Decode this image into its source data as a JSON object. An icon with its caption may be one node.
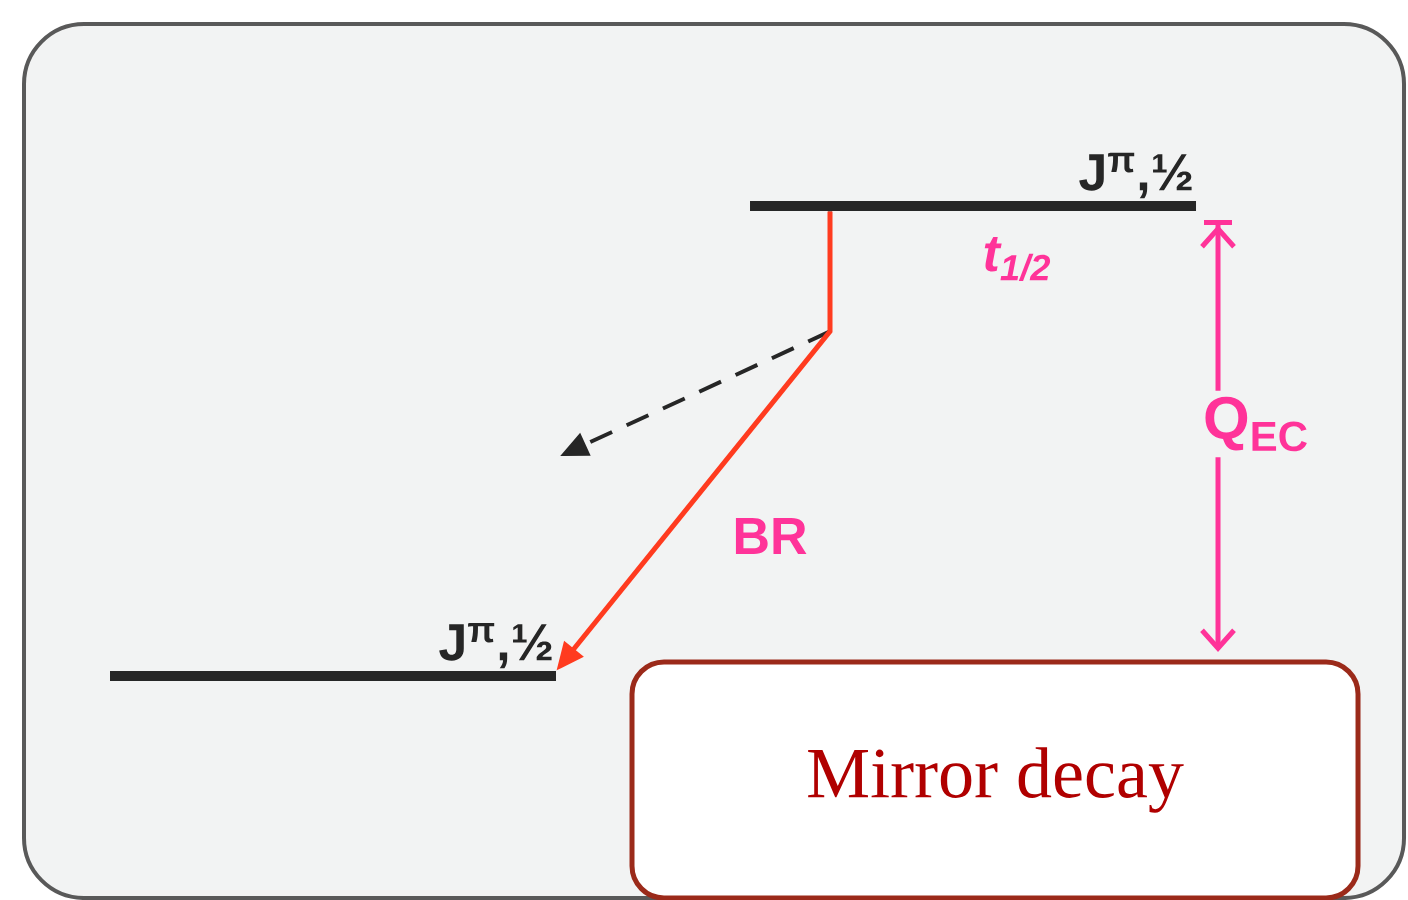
{
  "diagram": {
    "nodes": [
      {
        "text": [
          "J$^{π}$,½"
        ],
        "beside": [
          "t$_{1/2}$"
        ]
      },
      {
        "text": [
          "J$^{π}$,½"
        ]
      },
      {
        "text": [
          "Mirror decay"
        ]
      }
    ],
    "edges": [
      {
        "from": 0,
        "to": 1,
        "arrow": "to",
        "label": "BR",
        "color": "#ff3b1f"
      },
      {
        "from": 0,
        "to": null,
        "arrow": "to",
        "style": "dashed",
        "color": "#262626"
      }
    ],
    "labels": [
      "Q$_{EC}$"
    ]
  }
}
